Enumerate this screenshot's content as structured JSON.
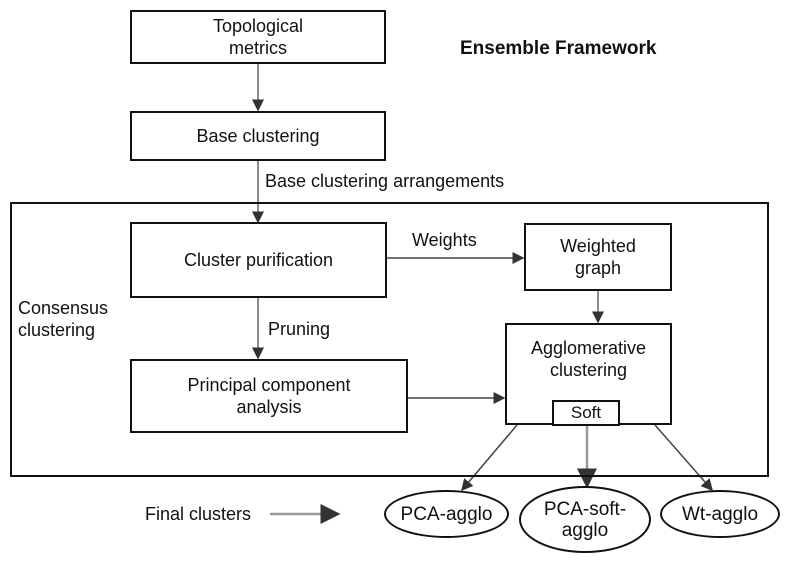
{
  "title": "Ensemble Framework",
  "nodes": {
    "topological_metrics": "Topological\nmetrics",
    "base_clustering": "Base clustering",
    "cluster_purification": "Cluster purification",
    "weighted_graph": "Weighted\ngraph",
    "principal_component_analysis": "Principal component\nanalysis",
    "agglomerative_clustering": "Agglomerative\nclustering",
    "soft": "Soft"
  },
  "outputs": {
    "pca_agglo": "PCA-agglo",
    "pca_soft_agglo": "PCA-soft-\nagglo",
    "wt_agglo": "Wt-agglo"
  },
  "edge_labels": {
    "base_clustering_arrangements": "Base clustering arrangements",
    "weights": "Weights",
    "pruning": "Pruning"
  },
  "labels": {
    "consensus_clustering": "Consensus\nclustering",
    "final_clusters": "Final clusters"
  }
}
